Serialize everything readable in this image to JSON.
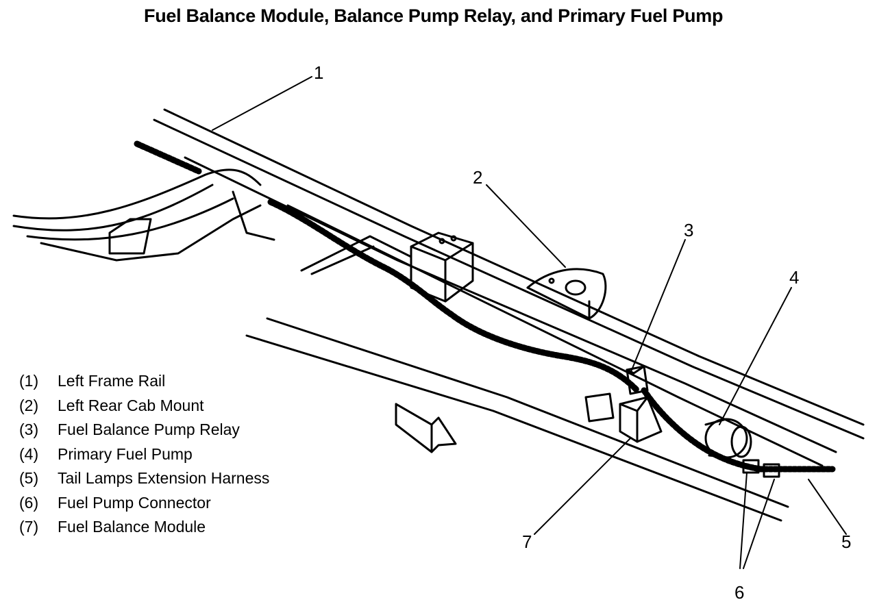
{
  "title": "Fuel Balance Module, Balance Pump Relay, and Primary Fuel Pump",
  "legend": [
    {
      "num": "(1)",
      "label": "Left Frame Rail"
    },
    {
      "num": "(2)",
      "label": "Left Rear Cab Mount"
    },
    {
      "num": "(3)",
      "label": "Fuel Balance Pump Relay"
    },
    {
      "num": "(4)",
      "label": "Primary Fuel Pump"
    },
    {
      "num": "(5)",
      "label": "Tail Lamps Extension Harness"
    },
    {
      "num": "(6)",
      "label": "Fuel Pump Connector"
    },
    {
      "num": "(7)",
      "label": "Fuel Balance Module"
    }
  ],
  "callouts": {
    "c1": "1",
    "c2": "2",
    "c3": "3",
    "c4": "4",
    "c5": "5",
    "c6": "6",
    "c7": "7"
  }
}
